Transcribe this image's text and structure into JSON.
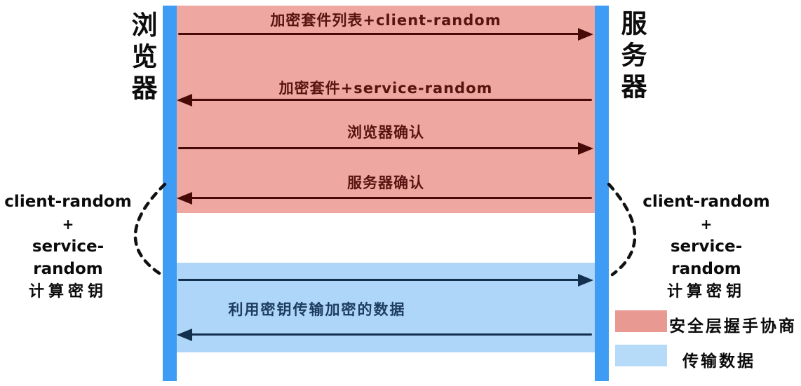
{
  "diagram": {
    "type": "sequence-diagram",
    "topic": "TLS/SSL handshake and encrypted data transfer",
    "lifelines": {
      "left_title": "浏览器",
      "right_title": "服务器"
    }
  },
  "handshake": {
    "messages": [
      {
        "label": "加密套件列表+client-random",
        "direction": "right",
        "from": "浏览器",
        "to": "服务器"
      },
      {
        "label": "加密套件+service-random",
        "direction": "left",
        "from": "服务器",
        "to": "浏览器"
      },
      {
        "label": "浏览器确认",
        "direction": "right",
        "from": "浏览器",
        "to": "服务器"
      },
      {
        "label": "服务器确认",
        "direction": "left",
        "from": "服务器",
        "to": "浏览器"
      }
    ]
  },
  "key_computation": {
    "left": {
      "lines": [
        "client-random",
        "+",
        "service-random",
        "计算密钥"
      ]
    },
    "right": {
      "lines": [
        "client-random",
        "+",
        "service-random",
        "计算密钥"
      ]
    }
  },
  "transfer": {
    "label": "利用密钥传输加密的数据",
    "arrows": [
      {
        "direction": "right"
      },
      {
        "direction": "left"
      }
    ]
  },
  "legend": [
    {
      "label": "安全层握手协商",
      "color": "#e89a92"
    },
    {
      "label": "传输数据",
      "color": "#b6dbf9"
    }
  ],
  "colors": {
    "handshake_band": "#efa8a1",
    "transfer_band": "#aed6f8",
    "lifeline_bar": "#3f9cf4",
    "handshake_arrow": "#470a06",
    "handshake_text": "#571410",
    "transfer_arrow": "#14304f",
    "transfer_text": "#1d3c5e",
    "annotation_text": "#0b0b0b"
  }
}
